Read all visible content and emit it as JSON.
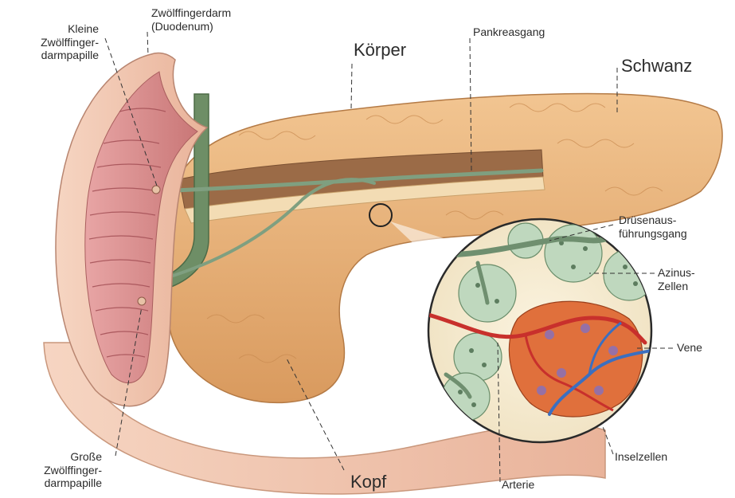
{
  "labels": {
    "kleine": [
      "Kleine",
      "Zwölffinger-",
      "darmpapille"
    ],
    "duodenum": [
      "Zwölffingerdarm",
      "(Duodenum)"
    ],
    "koerper": "Körper",
    "pankreasgang": "Pankreasgang",
    "schwanz": "Schwanz",
    "druesen": [
      "Drüsenaus-",
      "führungsgang"
    ],
    "azinus": [
      "Azinus-",
      "Zellen"
    ],
    "vene": "Vene",
    "inselzellen": "Inselzellen",
    "arterie": "Arterie",
    "kopf": "Kopf",
    "grosse": [
      "Große",
      "Zwölffinger-",
      "darmpapille"
    ]
  },
  "colors": {
    "pancreas": "#e8b27c",
    "pancreas_dark": "#c98a52",
    "duct_cut": "#9b6b47",
    "duodenum": "#f1c6ae",
    "duodenum_inner": "#d98e8e",
    "duct": "#7f9f80",
    "acinus": "#bfd8be",
    "islet": "#e0703c",
    "artery": "#c8302c",
    "vein": "#3b6fc0"
  }
}
